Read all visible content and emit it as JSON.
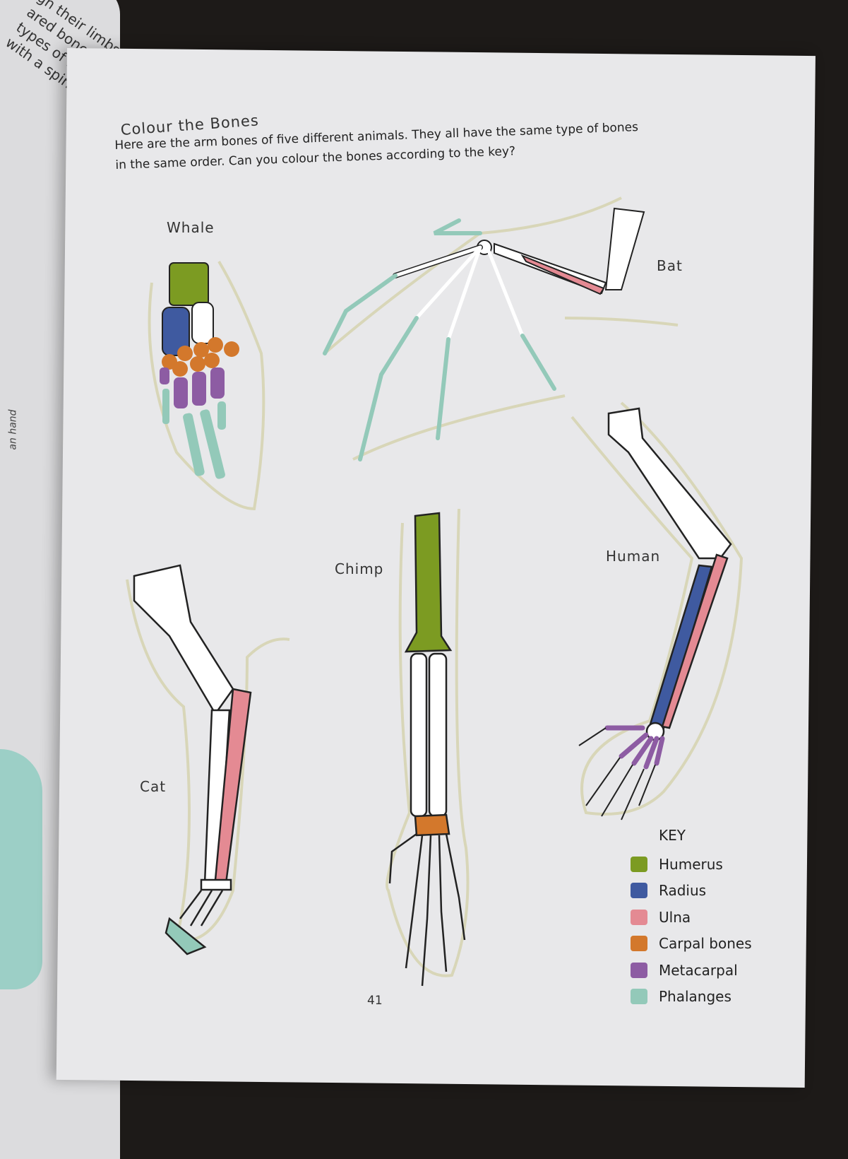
{
  "left_page": {
    "text_lines": [
      "gh their limbs",
      "ared bone structure",
      "types of bones in the",
      "with a spine) are"
    ],
    "side_label": "an hand"
  },
  "page": {
    "title": "Colour the Bones",
    "intro_line1": "Here are the arm bones of five different animals. They all have the same type of bones",
    "intro_line2": "in the same order. Can you colour the bones according to the key?",
    "page_number": "41"
  },
  "animals": {
    "whale": "Whale",
    "bat": "Bat",
    "human": "Human",
    "chimp": "Chimp",
    "cat": "Cat"
  },
  "key": {
    "title": "KEY",
    "items": [
      {
        "label": "Humerus",
        "color": "#7c9b22"
      },
      {
        "label": "Radius",
        "color": "#3f5aa0"
      },
      {
        "label": "Ulna",
        "color": "#e48a93"
      },
      {
        "label": "Carpal bones",
        "color": "#d3782c"
      },
      {
        "label": "Metacarpal",
        "color": "#8d5ca3"
      },
      {
        "label": "Phalanges",
        "color": "#93c9b9"
      }
    ]
  }
}
